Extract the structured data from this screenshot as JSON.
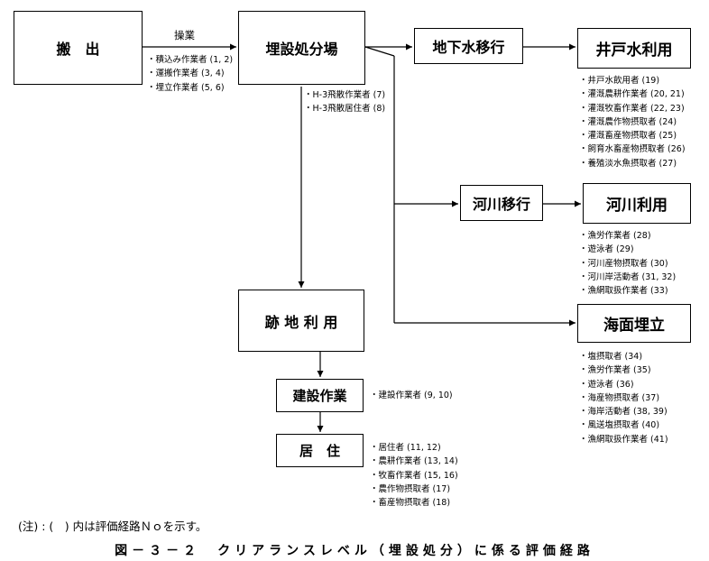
{
  "boxes": {
    "hanshutsu": "搬　出",
    "maisetsu": "埋設処分場",
    "chikasui": "地下水移行",
    "idomizu": "井戸水利用",
    "kasen_iko": "河川移行",
    "kasen_riyo": "河川利用",
    "kaimen": "海面埋立",
    "atochi": "跡 地 利 用",
    "kensetsu": "建設作業",
    "kyoju": "居　住"
  },
  "labels": {
    "sogyo": "操業"
  },
  "lists": {
    "sogyo": [
      "積込み作業者 (1, 2)",
      "運搬作業者 (3, 4)",
      "埋立作業者 (5, 6)"
    ],
    "maisetsu": [
      "H-3飛散作業者 (7)",
      "H-3飛散居住者 (8)"
    ],
    "idomizu": [
      "井戸水飲用者 (19)",
      "灌漑農耕作業者 (20, 21)",
      "灌漑牧畜作業者 (22, 23)",
      "灌漑農作物摂取者 (24)",
      "灌漑畜産物摂取者 (25)",
      "飼育水畜産物摂取者 (26)",
      "養殖淡水魚摂取者 (27)"
    ],
    "kasen": [
      "漁労作業者 (28)",
      "遊泳者 (29)",
      "河川産物摂取者 (30)",
      "河川岸活動者 (31, 32)",
      "漁網取扱作業者 (33)"
    ],
    "kaimen": [
      "塩摂取者 (34)",
      "漁労作業者 (35)",
      "遊泳者 (36)",
      "海産物摂取者 (37)",
      "海岸活動者 (38, 39)",
      "風送塩摂取者 (40)",
      "漁網取扱作業者 (41)"
    ],
    "kensetsu": [
      "建設作業者 (9, 10)"
    ],
    "kyoju": [
      "居住者 (11, 12)",
      "農耕作業者 (13, 14)",
      "牧畜作業者 (15, 16)",
      "農作物摂取者 (17)",
      "畜産物摂取者 (18)"
    ]
  },
  "note": "(注) : (　) 内は評価経路Ｎｏを示す。",
  "caption": "図－３－２　クリアランスレベル（埋設処分）に係る評価経路"
}
